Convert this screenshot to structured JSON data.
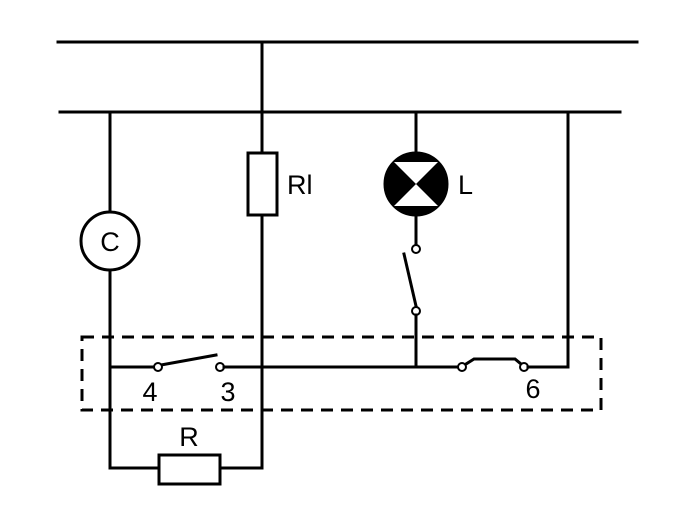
{
  "labels": {
    "motor": "C",
    "relay_coil": "Rl",
    "lamp": "L",
    "resistor": "R",
    "terminal_4": "4",
    "terminal_3": "3",
    "terminal_6": "6"
  },
  "colors": {
    "line": "#000000",
    "background": "#ffffff"
  }
}
